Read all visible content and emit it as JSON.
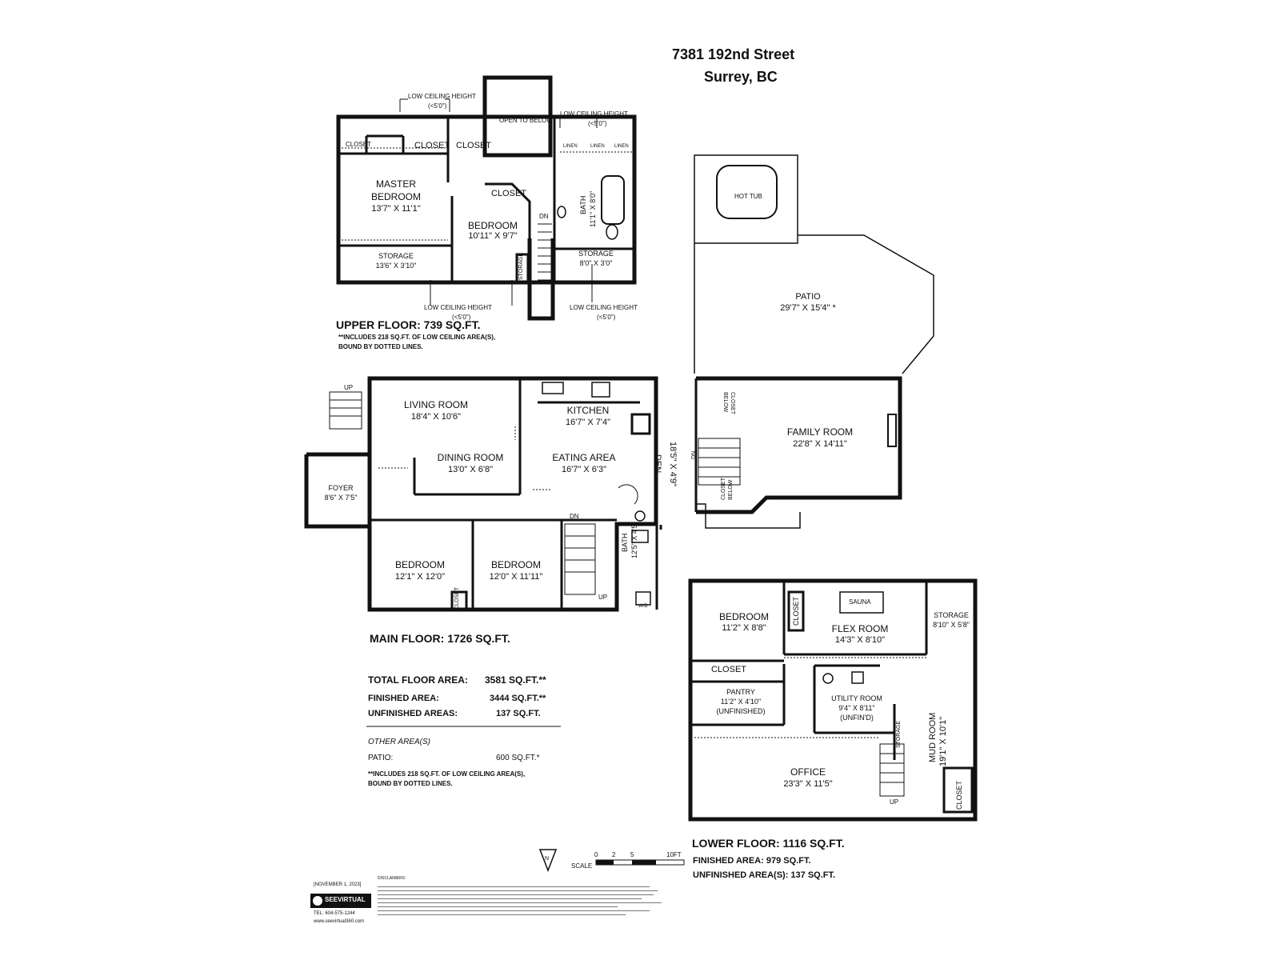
{
  "header": {
    "line1": "7381 192nd Street",
    "line2": "Surrey, BC"
  },
  "upper": {
    "low_ceiling_a": "LOW CEILING HEIGHT",
    "low_ceiling_a_sub": "(<5'0\")",
    "low_ceiling_b": "LOW CEILING HEIGHT",
    "low_ceiling_b_sub": "(<5'0\")",
    "low_ceiling_c": "LOW CEILING HEIGHT",
    "low_ceiling_c_sub": "(<5'0\")",
    "low_ceiling_d": "LOW CEILING HEIGHT",
    "low_ceiling_d_sub": "(<5'0\")",
    "open_to_below": "OPEN TO BELOW",
    "closet1": "CLOSET",
    "closet2": "CLOSET",
    "closet3": "CLOSET",
    "closet4": "CLOSET",
    "linen1": "LINEN",
    "linen2": "LINEN",
    "linen3": "LINEN",
    "master_name": "MASTER\nBEDROOM",
    "master_size": "13'7\" X 11'1\"",
    "bedroom_name": "BEDROOM",
    "bedroom_size": "10'11\" X 9'7\"",
    "bath_name": "BATH",
    "bath_size": "11'1\" X 8'0\"",
    "dn": "DN",
    "storage1_name": "STORAGE",
    "storage1_size": "13'6\" X 3'10\"",
    "storage2_name": "STORAGE",
    "storage2_size": "8'0\" X 3'0\"",
    "storage3_name": "STORAGE",
    "floor_title": "UPPER FLOOR: 739 SQ.FT.",
    "note": "**INCLUDES 218 SQ.FT. OF LOW CEILING AREA(S),\nBOUND BY DOTTED LINES."
  },
  "patio": {
    "hot_tub": "HOT TUB",
    "name": "PATIO",
    "size": "29'7\" X 15'4\" *"
  },
  "main": {
    "up_top": "UP",
    "living_name": "LIVING ROOM",
    "living_size": "18'4\" X 10'6\"",
    "dining_name": "DINING ROOM",
    "dining_size": "13'0\" X 6'8\"",
    "kitchen_name": "KITCHEN",
    "kitchen_size": "16'7\" X 7'4\"",
    "eating_name": "EATING AREA",
    "eating_size": "16'7\" X 6'3\"",
    "den": "DEN",
    "den_size": "18'5\" X 4'9\"",
    "closet_below": "CLOSET\nBELOW",
    "closet_below2": "CLOSET\nBELOW",
    "dn": "DN",
    "family_name": "FAMILY ROOM",
    "family_size": "22'8\" X 14'11\"",
    "foyer_name": "FOYER",
    "foyer_size": "8'6\" X 7'5\"",
    "bed1_name": "BEDROOM",
    "bed1_size": "12'1\" X 12'0\"",
    "bed2_name": "BEDROOM",
    "bed2_size": "12'0\" X 11'11\"",
    "closet": "CLOSET",
    "dn2": "DN",
    "up2": "UP",
    "bath_name": "BATH",
    "bath_size": "12'5\" X 4'5\"",
    "wd": "W/D",
    "floor_title": "MAIN FLOOR: 1726 SQ.FT."
  },
  "summary": {
    "total_label": "TOTAL FLOOR AREA:",
    "total_value": "3581 SQ.FT.**",
    "finished_label": "FINISHED AREA:",
    "finished_value": "3444 SQ.FT.**",
    "unfinished_label": "UNFINISHED AREAS:",
    "unfinished_value": "137 SQ.FT.",
    "other_label": "OTHER AREA(S)",
    "patio_label": "PATIO:",
    "patio_value": "600 SQ.FT.*",
    "note": "**INCLUDES 218 SQ.FT. OF LOW CEILING AREA(S),\nBOUND BY DOTTED LINES."
  },
  "lower": {
    "bedroom_name": "BEDROOM",
    "bedroom_size": "11'2\" X 8'8\"",
    "closet1": "CLOSET",
    "closet2": "CLOSET",
    "closet3": "CLOSET",
    "sauna": "SAUNA",
    "flex_name": "FLEX ROOM",
    "flex_size": "14'3\" X 8'10\"",
    "storage_name": "STORAGE",
    "storage_size": "8'10\" X 5'8\"",
    "pantry_name": "PANTRY",
    "pantry_size": "11'2\" X 4'10\"",
    "pantry_sub": "(UNFINISHED)",
    "utility_name": "UTILITY ROOM",
    "utility_size": "9'4\" X 8'11\"",
    "utility_sub": "(UNFIN'D)",
    "storage2": "STORAGE",
    "mud_name": "MUD ROOM",
    "mud_size": "19'1\" X 10'1\"",
    "office_name": "OFFICE",
    "office_size": "23'3\" X 11'5\"",
    "up": "UP",
    "floor_title": "LOWER FLOOR: 1116 SQ.FT.",
    "finished": "FINISHED AREA: 979 SQ.FT.",
    "unfinished": "UNFINISHED AREA(S): 137 SQ.FT."
  },
  "scale": {
    "label": "SCALE",
    "t0": "0",
    "t1": "2",
    "t2": "5",
    "t3": "10FT",
    "north": "N"
  },
  "footer": {
    "date": "[NOVEMBER 1, 2023]",
    "brand": "SEEVIRTUAL",
    "tel": "TEL: 604-575-1244",
    "web": "www.seevirtual360.com",
    "disclaimer_title": "DISCLAIMERS:"
  }
}
